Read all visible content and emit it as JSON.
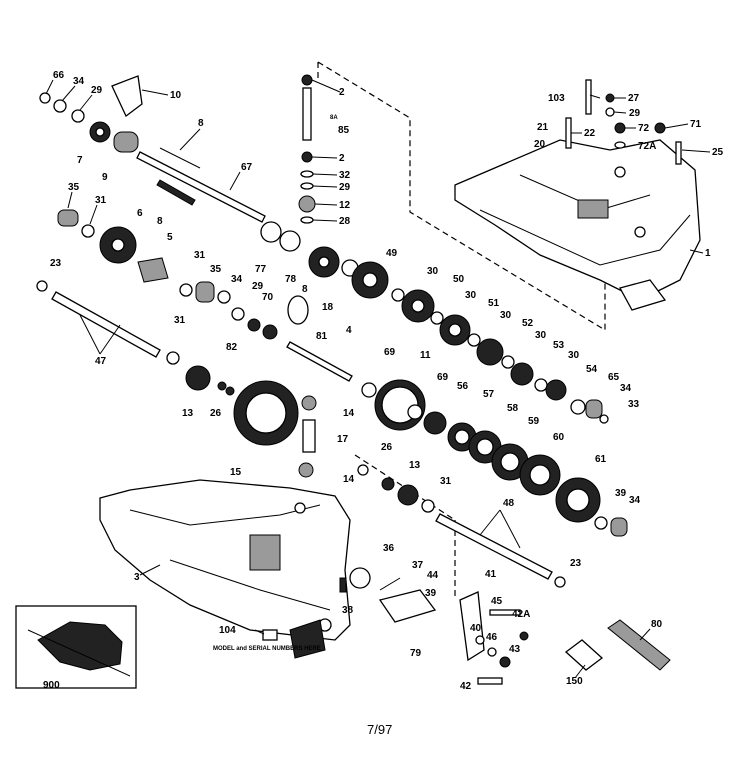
{
  "callouts": {
    "c66": "66",
    "c34a": "34",
    "c29a": "29",
    "c10": "10",
    "c8a": "8",
    "c7": "7",
    "c9": "9",
    "c67": "67",
    "c35a": "35",
    "c31a": "31",
    "c6": "6",
    "c8b": "8",
    "c5": "5",
    "c23a": "23",
    "c31b": "31",
    "c35b": "35",
    "c34b": "34",
    "c29b": "29",
    "c70": "70",
    "c82": "82",
    "c77": "77",
    "c78": "78",
    "c8c": "8",
    "c81": "81",
    "c18": "18",
    "c4": "4",
    "c47": "47",
    "c31c": "31",
    "c13a": "13",
    "c26a": "26",
    "c15": "15",
    "c14a": "14",
    "c17": "17",
    "c14b": "14",
    "c2a": "2",
    "c8A": "8A",
    "c85": "85",
    "c2b": "2",
    "c32": "32",
    "c29c": "29",
    "c12": "12",
    "c28": "28",
    "c49": "49",
    "c30a": "30",
    "c50": "50",
    "c30b": "30",
    "c51": "51",
    "c30c": "30",
    "c52": "52",
    "c30d": "30",
    "c53": "53",
    "c30e": "30",
    "c54": "54",
    "c65": "65",
    "c34c": "34",
    "c33": "33",
    "c69a": "69",
    "c11": "11",
    "c69b": "69",
    "c56": "56",
    "c57": "57",
    "c58": "58",
    "c59": "59",
    "c60": "60",
    "c61": "61",
    "c26b": "26",
    "c13b": "13",
    "c31d": "31",
    "c48": "48",
    "c39a": "39",
    "c34d": "34",
    "c23b": "23",
    "c103": "103",
    "c27": "27",
    "c29d": "29",
    "c21": "21",
    "c22": "22",
    "c72": "72",
    "c71": "71",
    "c20": "20",
    "c72A": "72A",
    "c25": "25",
    "c1": "1",
    "c3": "3",
    "c36": "36",
    "c37": "37",
    "c44": "44",
    "c39b": "39",
    "c41": "41",
    "c45": "45",
    "c42A": "42A",
    "c38": "38",
    "c40": "40",
    "c46": "46",
    "c43": "43",
    "c79": "79",
    "c42": "42",
    "c104": "104",
    "c80": "80",
    "c150": "150",
    "c900": "900"
  },
  "plate_note": "MODEL and SERIAL NUMBERS HERE",
  "page_code": "7/97"
}
